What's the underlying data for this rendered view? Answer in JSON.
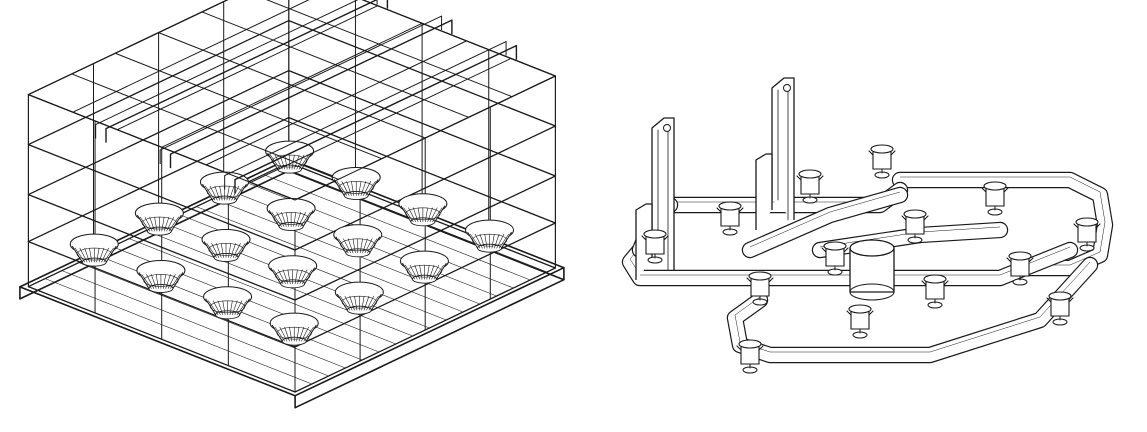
{
  "figure": {
    "views": [
      {
        "id": "wire-rack",
        "kind": "technical-line-drawing",
        "basket_count": 16
      },
      {
        "id": "tube-insert",
        "kind": "technical-line-drawing",
        "nozzle_count": 14
      }
    ],
    "colors": {
      "line": "#1a1a1a",
      "background": "#ffffff",
      "fill": "#ffffff"
    }
  }
}
